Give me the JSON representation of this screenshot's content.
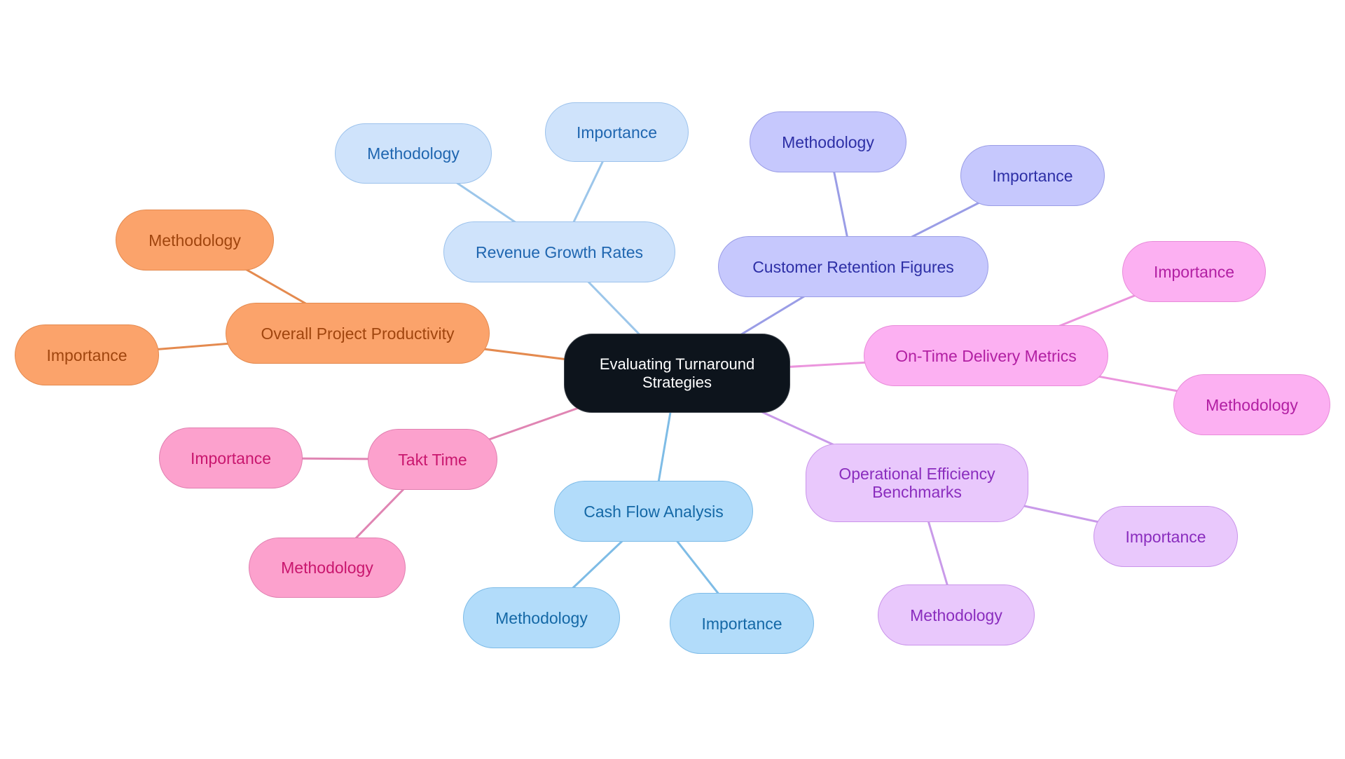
{
  "diagram": {
    "type": "mindmap",
    "root": {
      "id": "root",
      "label": "Evaluating Turnaround Strategies"
    },
    "branches": [
      {
        "id": "rgr",
        "label": "Revenue Growth Rates",
        "theme": "blue",
        "edge_color": "#9cc6ea",
        "children": [
          {
            "id": "rgr-m",
            "label": "Methodology"
          },
          {
            "id": "rgr-i",
            "label": "Importance"
          }
        ]
      },
      {
        "id": "crf",
        "label": "Customer Retention Figures",
        "theme": "indigo",
        "edge_color": "#9a9de6",
        "children": [
          {
            "id": "crf-m",
            "label": "Methodology"
          },
          {
            "id": "crf-i",
            "label": "Importance"
          }
        ]
      },
      {
        "id": "opp",
        "label": "Overall Project Productivity",
        "theme": "orange",
        "edge_color": "#e48a4f",
        "children": [
          {
            "id": "opp-m",
            "label": "Methodology"
          },
          {
            "id": "opp-i",
            "label": "Importance"
          }
        ]
      },
      {
        "id": "otd",
        "label": "On-Time Delivery Metrics",
        "theme": "pink",
        "edge_color": "#eb95dd",
        "children": [
          {
            "id": "otd-i",
            "label": "Importance"
          },
          {
            "id": "otd-m",
            "label": "Methodology"
          }
        ]
      },
      {
        "id": "takt",
        "label": "Takt Time",
        "theme": "rose",
        "edge_color": "#e085b3",
        "children": [
          {
            "id": "takt-i",
            "label": "Importance"
          },
          {
            "id": "takt-m",
            "label": "Methodology"
          }
        ]
      },
      {
        "id": "cfa",
        "label": "Cash Flow Analysis",
        "theme": "sky",
        "edge_color": "#7ebce6",
        "children": [
          {
            "id": "cfa-m",
            "label": "Methodology"
          },
          {
            "id": "cfa-i",
            "label": "Importance"
          }
        ]
      },
      {
        "id": "oeb",
        "label": "Operational Efficiency Benchmarks",
        "theme": "violet",
        "edge_color": "#c99ae9",
        "children": [
          {
            "id": "oeb-i",
            "label": "Importance"
          },
          {
            "id": "oeb-m",
            "label": "Methodology"
          }
        ]
      }
    ]
  },
  "labels": {
    "root": [
      "Evaluating Turnaround",
      "Strategies"
    ],
    "rgr": "Revenue Growth Rates",
    "rgr_m": "Methodology",
    "rgr_i": "Importance",
    "crf": "Customer Retention Figures",
    "crf_m": "Methodology",
    "crf_i": "Importance",
    "opp": "Overall Project Productivity",
    "opp_m": "Methodology",
    "opp_i": "Importance",
    "otd": "On-Time Delivery Metrics",
    "otd_i": "Importance",
    "otd_m": "Methodology",
    "takt": "Takt Time",
    "takt_i": "Importance",
    "takt_m": "Methodology",
    "cfa": "Cash Flow Analysis",
    "cfa_m": "Methodology",
    "cfa_i": "Importance",
    "oeb": [
      "Operational Efficiency",
      "Benchmarks"
    ],
    "oeb_i": "Importance",
    "oeb_m": "Methodology"
  }
}
